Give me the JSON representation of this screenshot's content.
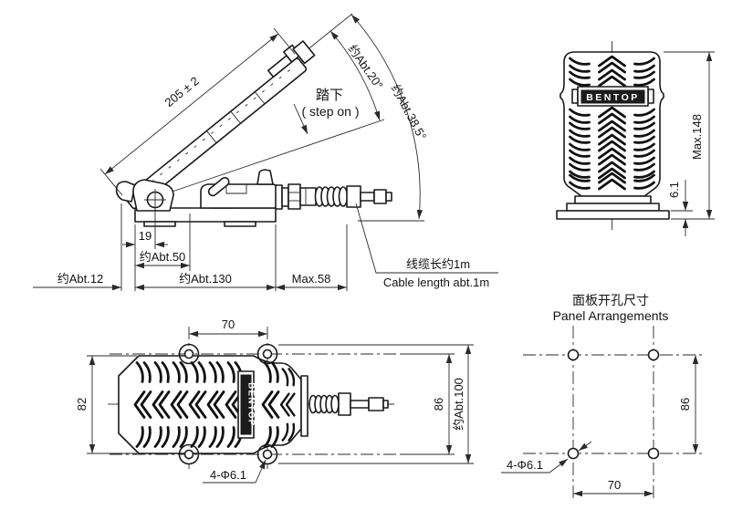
{
  "meta": {
    "brand": "BENTOP"
  },
  "side_view": {
    "pedal_length": "205 ± 2",
    "step_on_zh": "踏下",
    "step_on_en": "( step on )",
    "travel_angle": "约Abt.20°",
    "max_angle": "约Abt.38.5°",
    "hinge_offset": "19",
    "plunger_offset": "约Abt.50",
    "base_length": "约Abt.130",
    "gland_length": "Max.58",
    "tip_overhang": "约Abt.12",
    "cable_note_zh": "线缆长约1m",
    "cable_note_en": "Cable length abt.1m"
  },
  "front_view": {
    "overall_height": "Max.148",
    "base_thickness": "6.1"
  },
  "top_view": {
    "hole_pitch_x": "70",
    "tread_width": "82",
    "hole_pitch_y": "86",
    "overall_width": "约Abt.100",
    "mounting_holes": "4-Φ6.1"
  },
  "panel_view": {
    "title_zh": "面板开孔尺寸",
    "title_en": "Panel Arrangements",
    "hole_pitch_y": "86",
    "hole_pitch_x": "70",
    "mounting_holes": "4-Φ6.1"
  },
  "colors": {
    "line": "#1a1a1a",
    "label_bg": "#1c1c1c",
    "background": "#ffffff"
  }
}
